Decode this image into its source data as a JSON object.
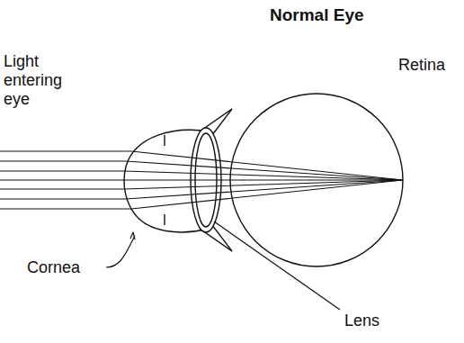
{
  "diagram": {
    "title": "Normal Eye",
    "labels": [
      "Light entering eye",
      "Retina",
      "Cornea",
      "Lens"
    ]
  }
}
